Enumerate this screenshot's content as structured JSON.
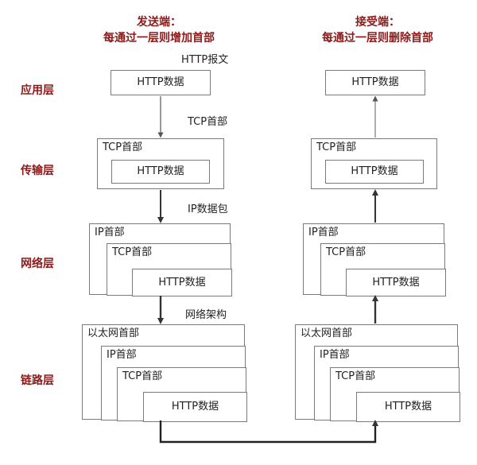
{
  "sender": {
    "title_line1": "发送端：",
    "title_line2": "每通过一层则增加首部"
  },
  "receiver": {
    "title_line1": "接受端：",
    "title_line2": "每通过一层则删除首部"
  },
  "layers": {
    "application": "应用层",
    "transport": "传输层",
    "network": "网络层",
    "link": "链路层"
  },
  "annotations": {
    "http_message": "HTTP报文",
    "tcp_header": "TCP首部",
    "ip_packet": "IP数据包",
    "network_frame": "网络架构"
  },
  "boxes": {
    "http_data": "HTTP数据",
    "tcp_header": "TCP首部",
    "ip_header": "IP首部",
    "ethernet_header": "以太网首部"
  }
}
